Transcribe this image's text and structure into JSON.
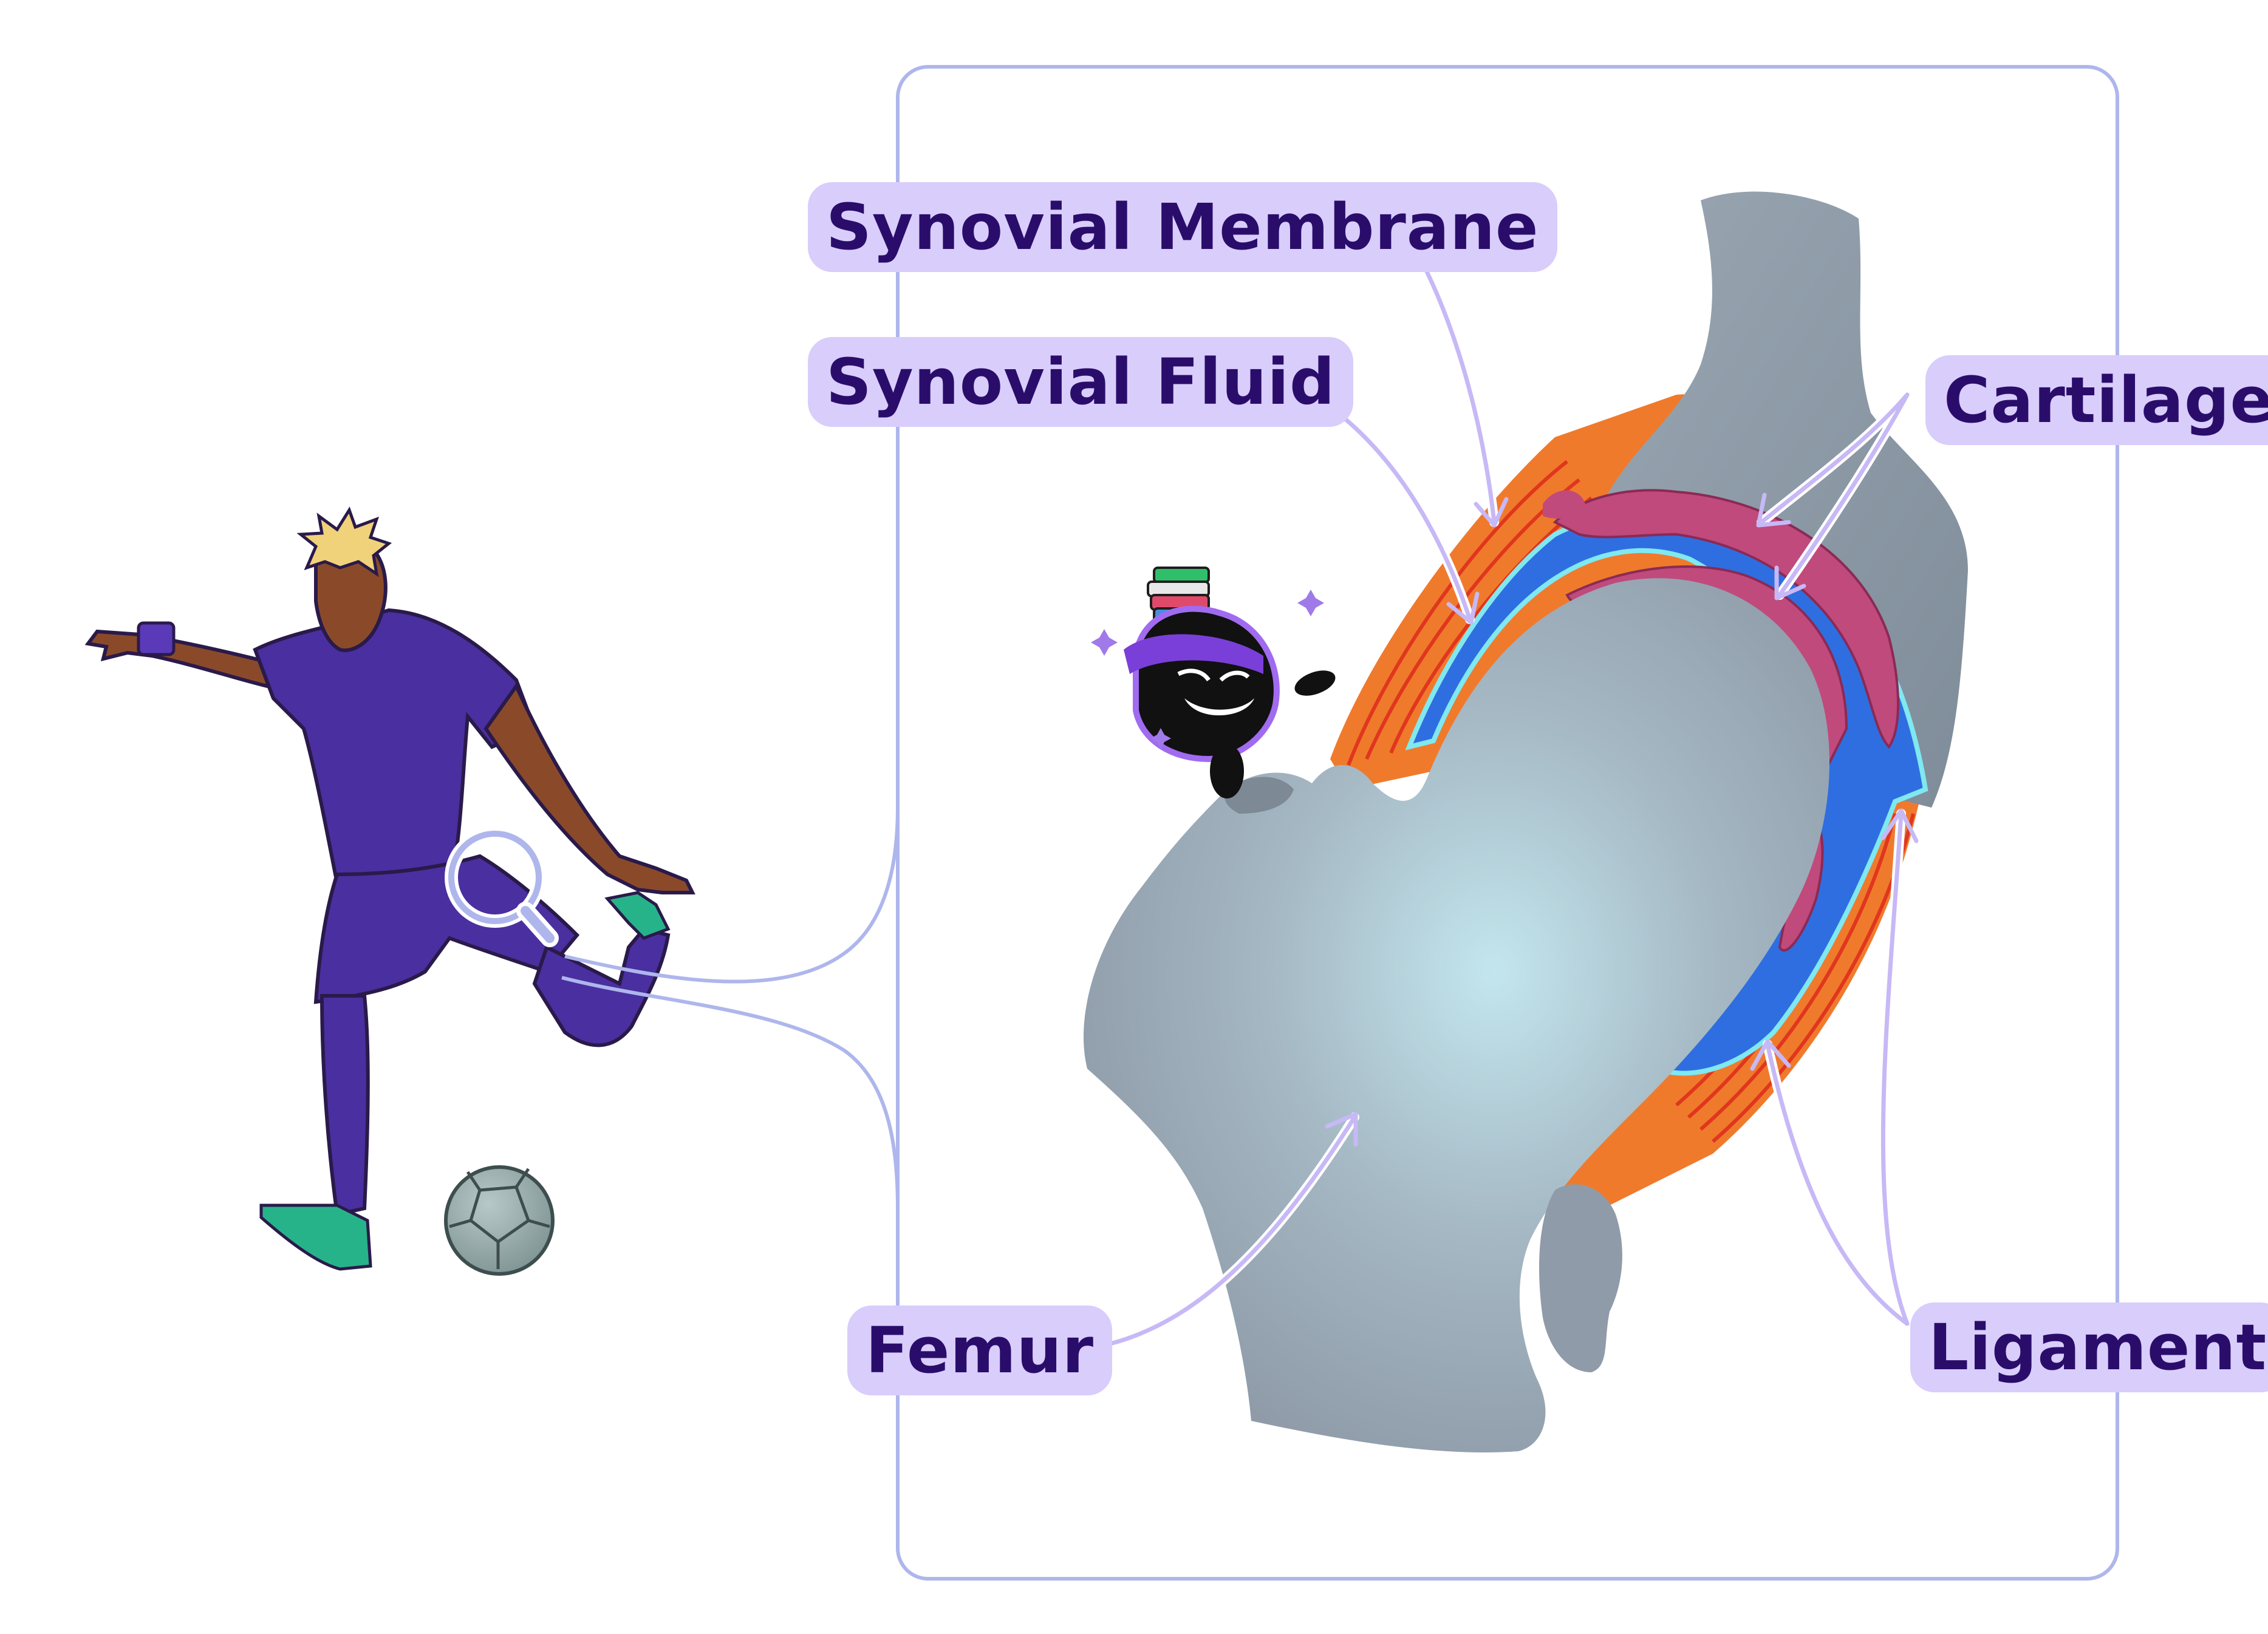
{
  "labels": {
    "synovial_membrane": "Synovial Membrane",
    "synovial_fluid": "Synovial Fluid",
    "cartilage": "Cartilage",
    "femur": "Femur",
    "ligament": "Ligament"
  },
  "colors": {
    "frame": "#aeb6ec",
    "label_bg": "#d9cdfb",
    "label_text": "#2a0d6b",
    "arrow": "#c7b8f6",
    "bone": "#9aa6b2",
    "bone_highlight": "#b6dbe4",
    "cartilage": "#c04a7c",
    "fluid": "#2f6ee0",
    "fluid_edge": "#7fe8f0",
    "ligament": "#f07a2c",
    "ligament_line": "#e0361e",
    "jersey": "#4a2fa0",
    "skin": "#8a4a2a",
    "hair": "#f0d27a",
    "boots": "#27b38a",
    "ball": "#93a6a6"
  },
  "icons": {
    "magnifier": "magnifier-icon",
    "mascot": "mascot-icon",
    "sparkle": "sparkle-icon"
  }
}
